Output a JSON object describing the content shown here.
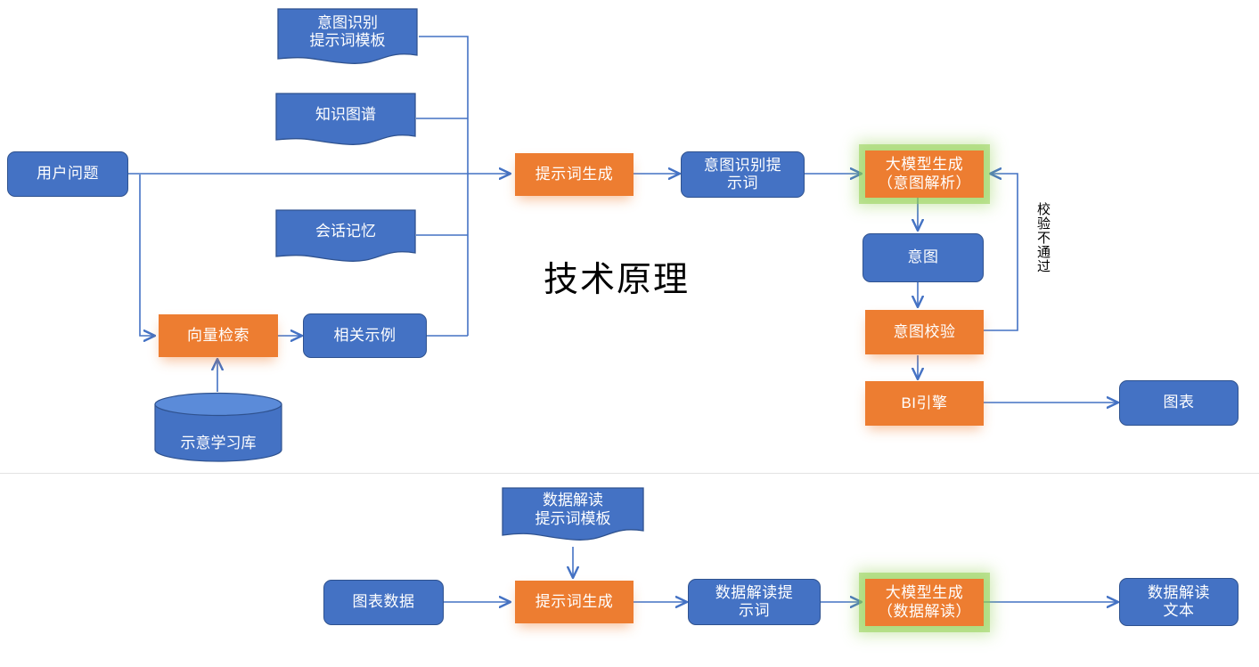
{
  "diagram": {
    "title": "技术原理",
    "colors": {
      "blue_fill": "#4472C4",
      "blue_stroke": "#2F528F",
      "orange_fill": "#ED7D31",
      "green_glow": "#92D050",
      "connector": "#4472C4",
      "background": "#FFFFFF",
      "divider": "#E3E3E3"
    },
    "vertical_annotation": "校验不通过",
    "sections": [
      {
        "name": "intent-recognition-flow"
      },
      {
        "name": "data-interpretation-flow"
      }
    ]
  },
  "nodes": {
    "user_question": "用户问题",
    "intent_prompt_template": "意图识别\n提示词模板",
    "knowledge_graph": "知识图谱",
    "session_memory": "会话记忆",
    "vector_search": "向量检索",
    "related_examples": "相关示例",
    "sample_learning_db": "示意学习库",
    "prompt_generation_top": "提示词生成",
    "intent_recognition_prompt": "意图识别提\n示词",
    "llm_intent_parse": "大模型生成\n（意图解析）",
    "intent": "意图",
    "intent_validation": "意图校验",
    "bi_engine": "BI引擎",
    "chart": "图表",
    "chart_data": "图表数据",
    "data_prompt_template": "数据解读\n提示词模板",
    "prompt_generation_bottom": "提示词生成",
    "data_interpretation_prompt": "数据解读提\n示词",
    "llm_data_interpret": "大模型生成\n（数据解读）",
    "data_interpretation_text": "数据解读\n文本"
  }
}
